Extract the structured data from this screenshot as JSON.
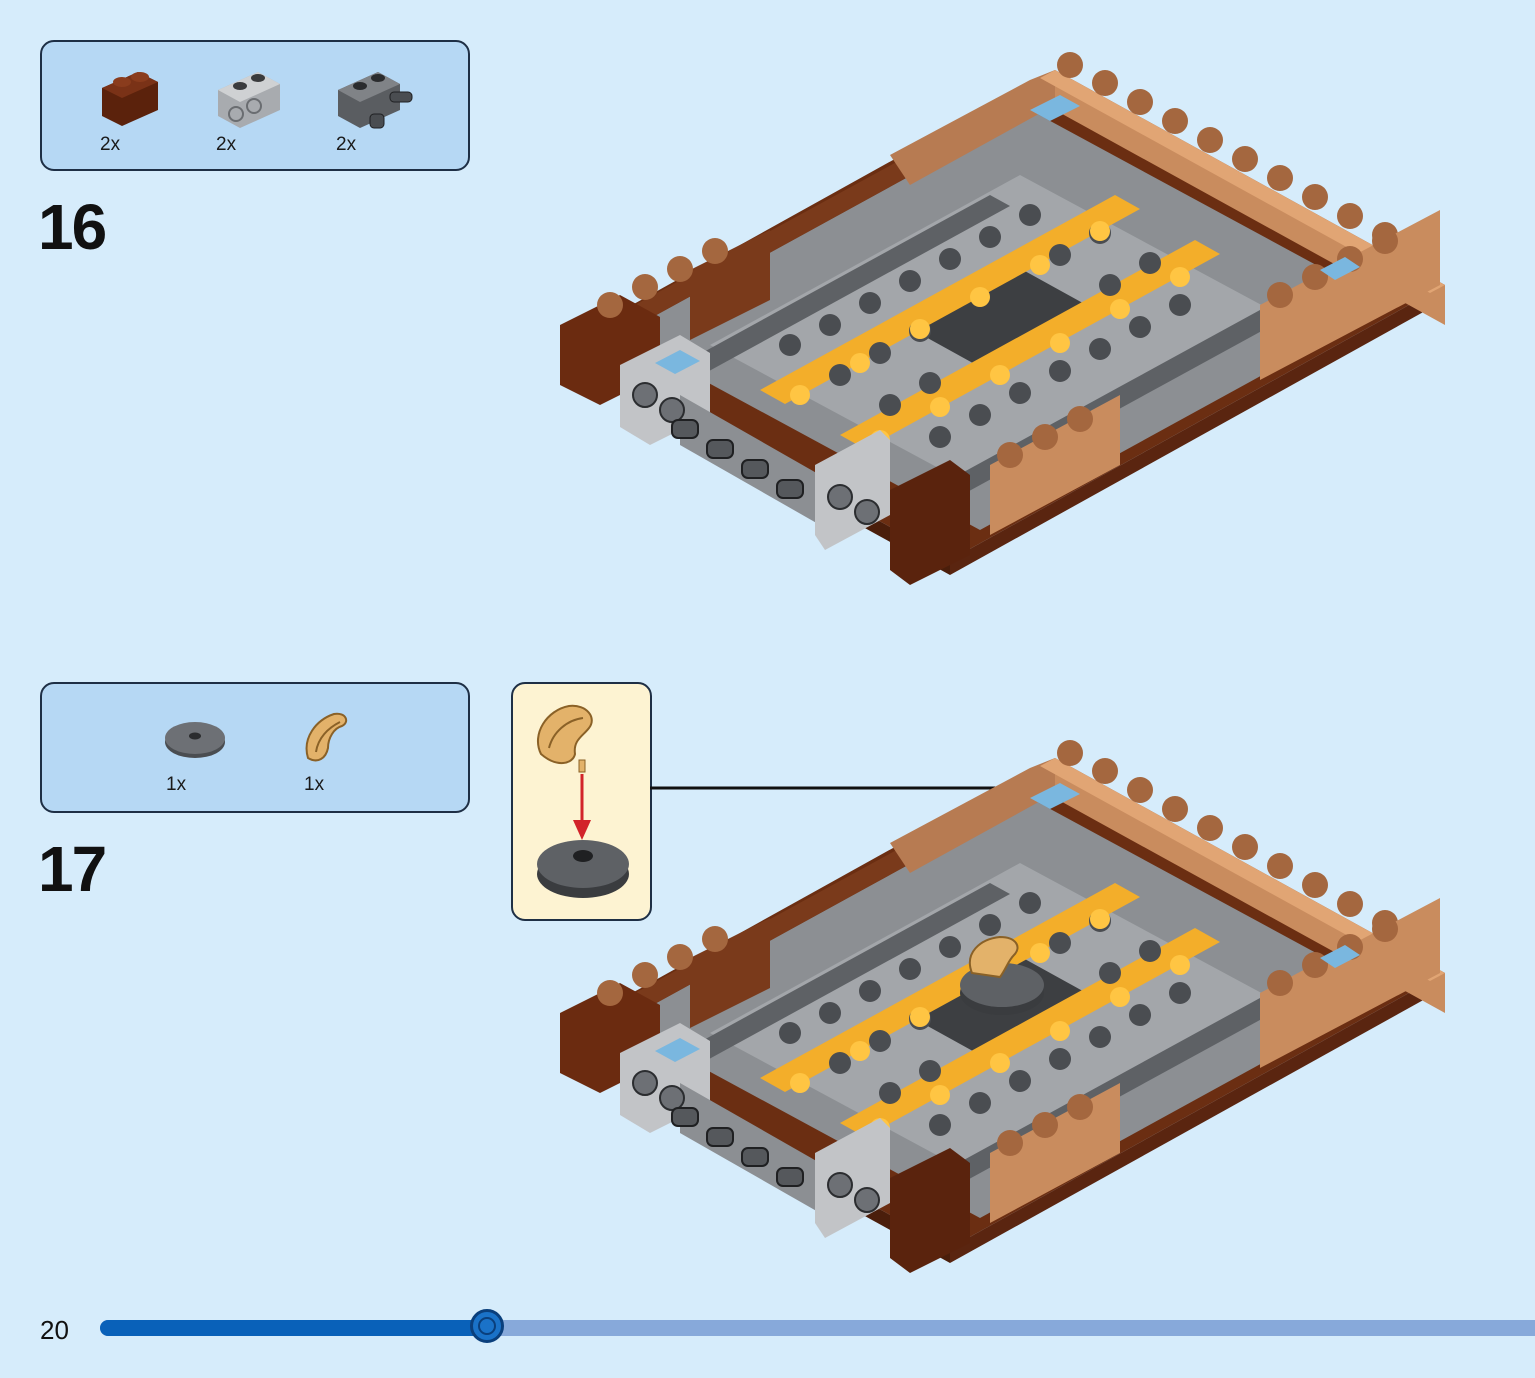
{
  "page": {
    "number": "20",
    "progress_fraction": 0.27
  },
  "steps": [
    {
      "number": "16",
      "parts": [
        {
          "name": "brown-curved-brick",
          "qty": "2x"
        },
        {
          "name": "light-gray-technic-brick",
          "qty": "2x"
        },
        {
          "name": "dark-gray-pin-brick",
          "qty": "2x"
        }
      ]
    },
    {
      "number": "17",
      "parts": [
        {
          "name": "dark-gray-round-tile",
          "qty": "1x"
        },
        {
          "name": "tan-hair-piece",
          "qty": "1x"
        }
      ]
    }
  ],
  "colors": {
    "background": "#d6ecfb",
    "parts_box": "#b6d8f4",
    "callout": "#fdf3d2",
    "progress_fill": "#0961b9",
    "progress_track": "#87a9da",
    "arrow": "#d2232a"
  }
}
